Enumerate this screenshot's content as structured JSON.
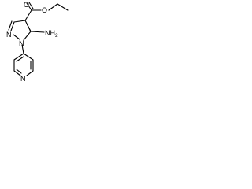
{
  "molecule": {
    "atoms": {
      "n_pyrazole_top": "N",
      "n_pyrazole_n1": "N",
      "nh2": "NH",
      "nh2_sub": "2",
      "o_carbonyl": "O",
      "o_ester": "O",
      "n_pyridine": "N"
    }
  }
}
